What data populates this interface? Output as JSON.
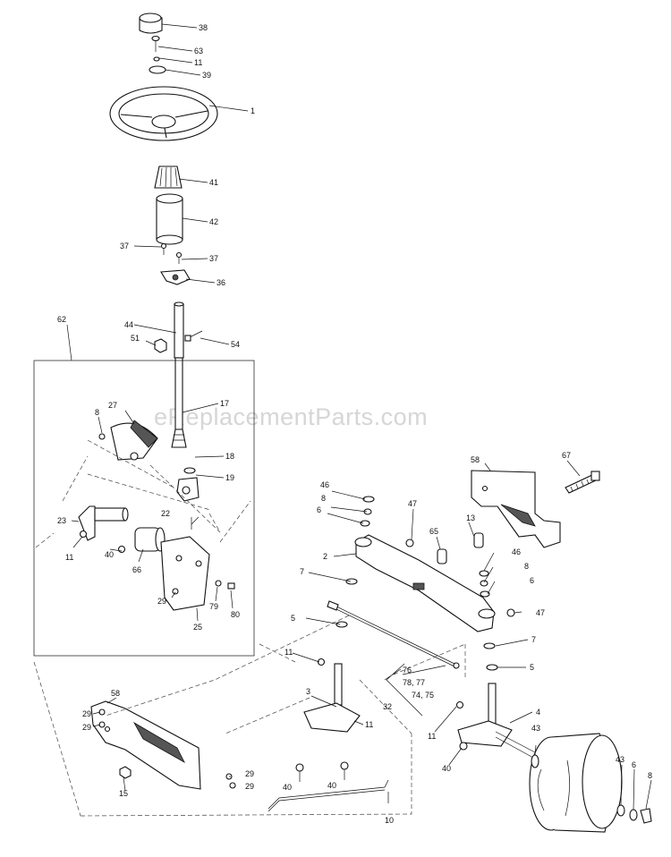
{
  "watermark": "eReplacementParts.com",
  "callouts": {
    "c38": "38",
    "c63": "63",
    "c11a": "11",
    "c39": "39",
    "c1": "1",
    "c41": "41",
    "c42": "42",
    "c37a": "37",
    "c37b": "37",
    "c36": "36",
    "c44": "44",
    "c51": "51",
    "c54": "54",
    "c62": "62",
    "c27": "27",
    "c8a": "8",
    "c17": "17",
    "c18": "18",
    "c19": "19",
    "c22": "22",
    "c23": "23",
    "c11b": "11",
    "c40a": "40",
    "c66": "66",
    "c29a": "29",
    "c79": "79",
    "c80": "80",
    "c25": "25",
    "c58a": "58",
    "c67": "67",
    "c46a": "46",
    "c8b": "8",
    "c6a": "6",
    "c47a": "47",
    "c13": "13",
    "c65": "65",
    "c2": "2",
    "c7a": "7",
    "c46b": "46",
    "c8c": "8",
    "c6b": "6",
    "c47b": "47",
    "c5a": "5",
    "c7b": "7",
    "c11c": "11",
    "c76": "76",
    "c7877": "78, 77",
    "c7475": "74, 75",
    "c32": "32",
    "c5b": "5",
    "c3": "3",
    "c11d": "11",
    "c11e": "11",
    "c4": "4",
    "c43a": "43",
    "c40b": "40",
    "c58b": "58",
    "c29b": "29",
    "c29c": "29",
    "c15": "15",
    "c29d": "29",
    "c29e": "29",
    "c40c": "40",
    "c40d": "40",
    "c10": "10",
    "c43b": "43",
    "c6c": "6",
    "c8d": "8"
  }
}
